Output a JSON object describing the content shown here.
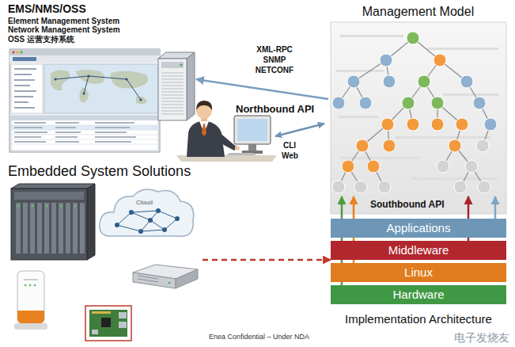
{
  "diagram": {
    "nodes": [
      {
        "text": [
          "EMS/NMS/OSS",
          "Element Management System",
          "Network Management System",
          "OSS 运营支持系统"
        ]
      },
      {
        "text": [
          "Management Model"
        ]
      },
      {
        "text": [
          "Embedded System Solutions"
        ]
      },
      {
        "text": [
          "Implementation Architecture"
        ]
      },
      {
        "text": [
          "Applications"
        ],
        "in": 3
      },
      {
        "text": [
          "Middleware"
        ],
        "in": 3
      },
      {
        "text": [
          "Linux"
        ],
        "in": 3
      },
      {
        "text": [
          "Hardware"
        ],
        "in": 3
      }
    ],
    "edges": [
      {
        "from": 1,
        "to": 0,
        "arrow": "to"
      },
      {
        "from": 2,
        "to": 3,
        "arrow": "to"
      },
      {
        "from": 7,
        "to": 1,
        "arrow": "to"
      },
      {
        "from": 6,
        "to": 1,
        "arrow": "to"
      },
      {
        "from": 5,
        "to": 1,
        "arrow": "to"
      },
      {
        "from": 4,
        "to": 1,
        "arrow": "to"
      }
    ],
    "labels": [
      "XML-RPC",
      "SNMP",
      "NETCONF",
      "Northbound API",
      "CLI",
      "Web",
      "Southbound API",
      "Cloud",
      "Enea Confidential – Under NDA",
      "电子发烧友"
    ]
  }
}
